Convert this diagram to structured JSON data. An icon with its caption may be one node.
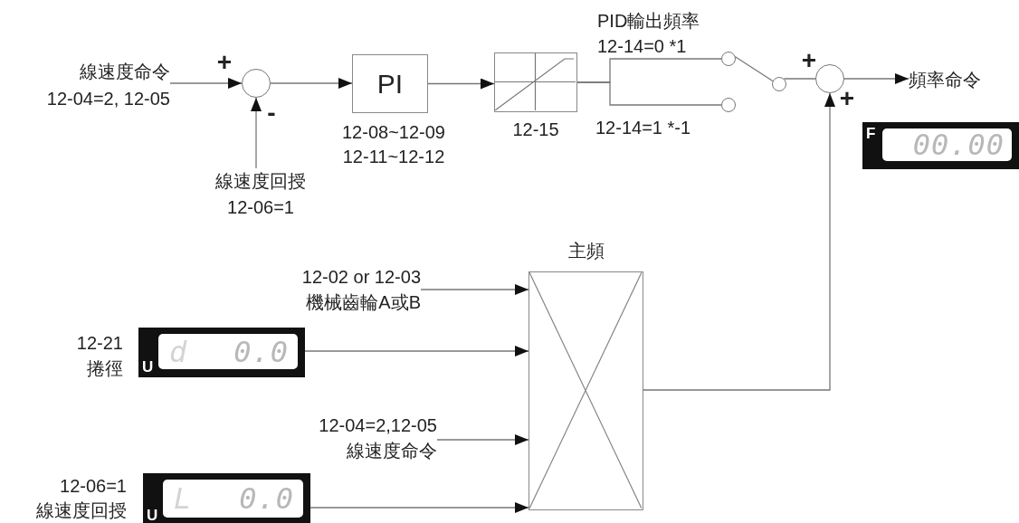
{
  "diagram": {
    "nodes": [
      {
        "text": [
          "線速度命令",
          "12-04=2, 12-05"
        ]
      },
      {
        "text": [],
        "shape": "circle"
      },
      {
        "text": [
          "線速度回授",
          "12-06=1"
        ]
      },
      {
        "text": [
          "PI"
        ],
        "beside": [
          "12-08~12-09",
          "12-11~12-12"
        ]
      },
      {
        "text": [],
        "shape": "box",
        "beside": [
          "12-15"
        ]
      },
      {
        "text": [],
        "shape": "circle"
      },
      {
        "text": [],
        "shape": "circle"
      },
      {
        "text": [],
        "shape": "circle"
      },
      {
        "text": [],
        "shape": "circle"
      },
      {
        "text": [
          "頻率命令"
        ]
      },
      {
        "text": [
          "F",
          "00.00"
        ]
      },
      {
        "text": [
          "主頻"
        ]
      },
      {
        "text": [
          "12-02 or 12-03",
          "機械齒輪A或B"
        ]
      },
      {
        "text": [
          "U",
          "d",
          "0.0"
        ],
        "beside": [
          "12-21",
          "捲徑"
        ]
      },
      {
        "text": [
          "12-04=2,12-05",
          "線速度命令"
        ]
      },
      {
        "text": [
          "U",
          "L",
          "0.0"
        ],
        "beside": [
          "12-06=1",
          "線速度回授"
        ]
      }
    ],
    "edges": [
      {
        "from": 0,
        "to": 1,
        "arrow": "to"
      },
      {
        "from": 2,
        "to": 1,
        "arrow": "to"
      },
      {
        "from": 1,
        "to": 3,
        "arrow": "to"
      },
      {
        "from": 3,
        "to": 4,
        "arrow": "to"
      },
      {
        "from": 4,
        "to": 5,
        "arrow": "none"
      },
      {
        "from": 4,
        "to": 6,
        "arrow": "none"
      },
      {
        "from": 5,
        "to": 7,
        "arrow": "none"
      },
      {
        "from": 7,
        "to": 8,
        "arrow": "none"
      },
      {
        "from": 8,
        "to": 9,
        "arrow": "to"
      },
      {
        "from": 11,
        "to": 8,
        "arrow": "to"
      },
      {
        "from": 12,
        "to": 11,
        "arrow": "to"
      },
      {
        "from": 13,
        "to": 11,
        "arrow": "to"
      },
      {
        "from": 14,
        "to": 11,
        "arrow": "to"
      },
      {
        "from": 15,
        "to": 11,
        "arrow": "to"
      }
    ],
    "labels": [
      "PID輸出頻率",
      "12-14=0 *1",
      "+",
      "+",
      "-",
      "+",
      "12-14=1 *-1"
    ]
  }
}
